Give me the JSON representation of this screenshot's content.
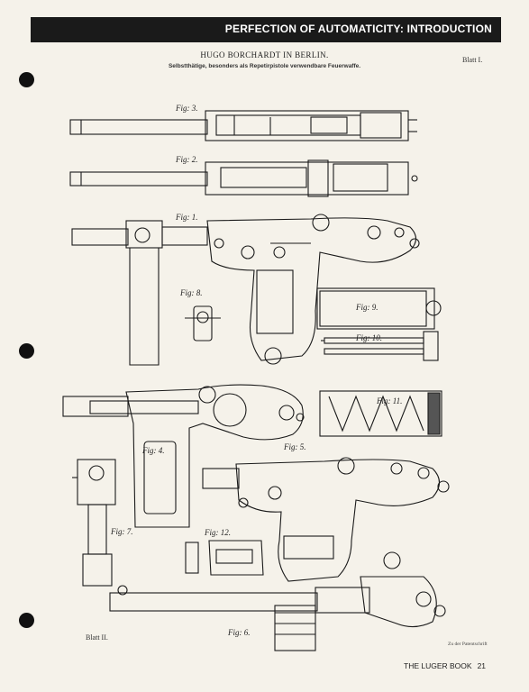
{
  "header": {
    "title": "PERFECTION OF AUTOMATICITY: INTRODUCTION"
  },
  "patent": {
    "title": "HUGO BORCHARDT IN BERLIN.",
    "subtitle": "Selbstthätige, besonders als Repetirpistole verwendbare Feuerwaffe.",
    "sheet_top": "Blatt I.",
    "sheet_bottom": "Blatt II.",
    "note": "Zu der Patentschrift"
  },
  "figures": [
    {
      "label": "Fig: 3."
    },
    {
      "label": "Fig: 2."
    },
    {
      "label": "Fig: 1."
    },
    {
      "label": "Fig: 8."
    },
    {
      "label": "Fig: 9."
    },
    {
      "label": "Fig: 10."
    },
    {
      "label": "Fig: 4."
    },
    {
      "label": "Fig: 11."
    },
    {
      "label": "Fig: 5."
    },
    {
      "label": "Fig: 7."
    },
    {
      "label": "Fig: 12."
    },
    {
      "label": "Fig: 6."
    }
  ],
  "footer": {
    "book": "THE LUGER BOOK",
    "page": "21"
  },
  "colors": {
    "header_bg": "#1a1a1a",
    "paper": "#f5f2ea",
    "ink": "#1a1a1a"
  }
}
